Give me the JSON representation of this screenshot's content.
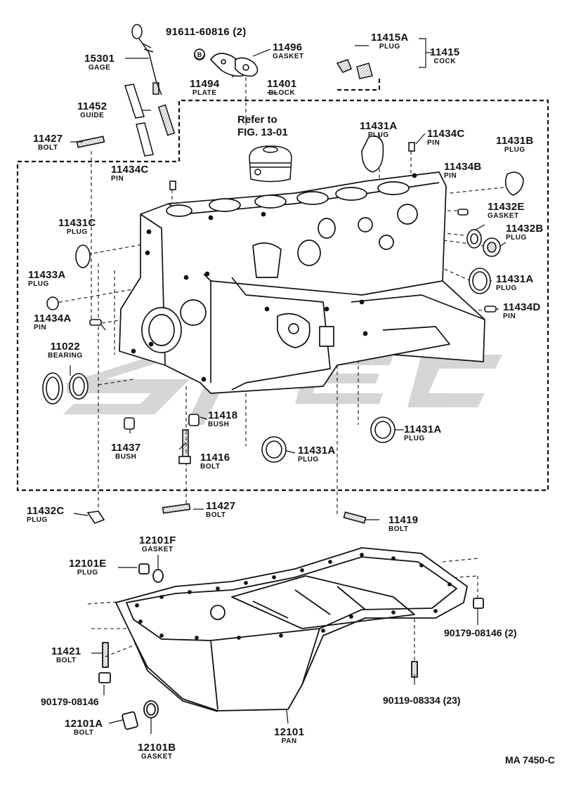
{
  "watermark_text": "SPEC",
  "refer_note": {
    "line1": "Refer to",
    "line2": "FIG. 13-01"
  },
  "footer_code": "MA  7450-C",
  "parts": [
    {
      "id": "91611-60816",
      "qty": "(2)",
      "symbol": "B"
    },
    {
      "id": "11496",
      "name": "GASKET"
    },
    {
      "id": "15301",
      "name": "GAGE"
    },
    {
      "id": "11494",
      "name": "PLATE"
    },
    {
      "id": "11401",
      "name": "BLOCK"
    },
    {
      "id": "11415A",
      "name": "PLUG"
    },
    {
      "id": "11415",
      "name": "COCK"
    },
    {
      "id": "11452",
      "name": "GUIDE"
    },
    {
      "id": "11427",
      "name": "BOLT"
    },
    {
      "id": "11431A",
      "name": "PLUG"
    },
    {
      "id": "11434C",
      "name": "PIN"
    },
    {
      "id": "11431B",
      "name": "PLUG"
    },
    {
      "id": "11434C",
      "name": "PIN"
    },
    {
      "id": "11434B",
      "name": "PIN"
    },
    {
      "id": "11431C",
      "name": "PLUG"
    },
    {
      "id": "11432E",
      "name": "GASKET"
    },
    {
      "id": "11432B",
      "name": "PLUG"
    },
    {
      "id": "11433A",
      "name": "PLUG"
    },
    {
      "id": "11431A",
      "name": "PLUG"
    },
    {
      "id": "11434A",
      "name": "PIN"
    },
    {
      "id": "11434D",
      "name": "PIN"
    },
    {
      "id": "11022",
      "name": "BEARING"
    },
    {
      "id": "11418",
      "name": "BUSH"
    },
    {
      "id": "11431A",
      "name": "PLUG"
    },
    {
      "id": "11437",
      "name": "BUSH"
    },
    {
      "id": "11416",
      "name": "BOLT"
    },
    {
      "id": "11431A",
      "name": "PLUG"
    },
    {
      "id": "11432C",
      "name": "PLUG"
    },
    {
      "id": "11427",
      "name": "BOLT"
    },
    {
      "id": "11419",
      "name": "BOLT"
    },
    {
      "id": "12101F",
      "name": "GASKET"
    },
    {
      "id": "12101E",
      "name": "PLUG"
    },
    {
      "id": "90179-08146",
      "qty": "(2)"
    },
    {
      "id": "11421",
      "name": "BOLT"
    },
    {
      "id": "90179-08146"
    },
    {
      "id": "90119-08334",
      "qty": "(23)"
    },
    {
      "id": "12101A",
      "name": "BOLT"
    },
    {
      "id": "12101",
      "name": "PAN"
    },
    {
      "id": "12101B",
      "name": "GASKET"
    }
  ]
}
